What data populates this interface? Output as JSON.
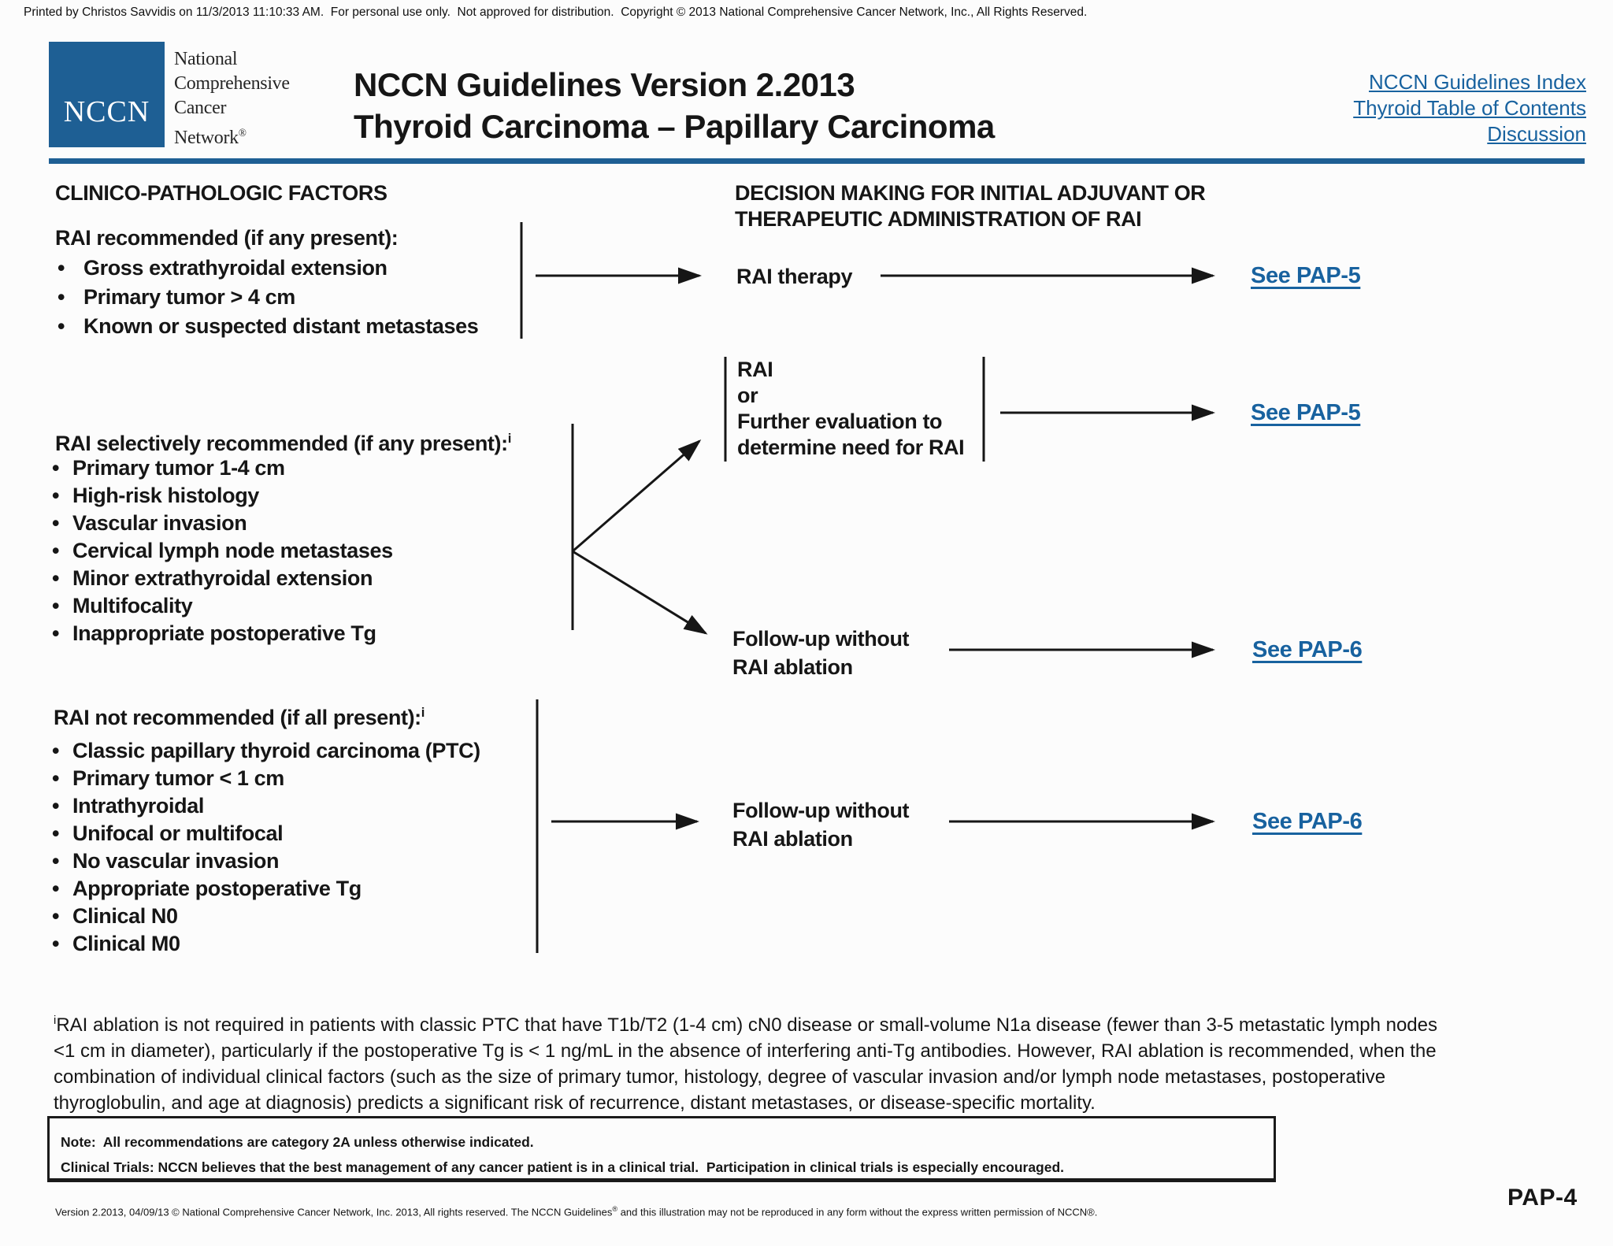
{
  "print_banner": "Printed by Christos Savvidis on 11/3/2013 11:10:33 AM.  For personal use only.  Not approved for distribution.  Copyright © 2013 National Comprehensive Cancer Network, Inc., All Rights Reserved.",
  "logo": {
    "acronym": "NCCN",
    "lines": [
      "National",
      "Comprehensive",
      "Cancer",
      "Network"
    ],
    "reg": "®"
  },
  "header": {
    "title_line1": "NCCN Guidelines Version 2.2013",
    "title_line2": "Thyroid Carcinoma – Papillary Carcinoma",
    "links": [
      "NCCN Guidelines Index",
      "Thyroid Table of Contents",
      "Discussion"
    ]
  },
  "columns": {
    "left_header": "CLINICO-PATHOLOGIC FACTORS",
    "right_header_line1": "DECISION MAKING FOR INITIAL ADJUVANT OR",
    "right_header_line2": "THERAPEUTIC ADMINISTRATION OF RAI"
  },
  "flow": {
    "block1": {
      "heading": "RAI recommended (if any present):",
      "bullets": [
        "Gross extrathyroidal extension",
        "Primary tumor > 4 cm",
        "Known or suspected distant metastases"
      ]
    },
    "rai_therapy_label": "RAI therapy",
    "see_pap5_top": "See PAP-5",
    "rai_or_box": {
      "lines": [
        "RAI",
        "or",
        "Further evaluation to",
        "determine need for RAI"
      ]
    },
    "see_pap5_mid": "See PAP-5",
    "block2": {
      "heading": "RAI selectively recommended (if any present):",
      "footnote_ref": "i",
      "bullets": [
        "Primary tumor 1-4 cm",
        "High-risk histology",
        "Vascular invasion",
        "Cervical lymph node metastases",
        "Minor extrathyroidal extension",
        "Multifocality",
        "Inappropriate postoperative Tg"
      ]
    },
    "followup1": {
      "line1": "Follow-up without",
      "line2": "RAI ablation"
    },
    "see_pap6_mid": "See PAP-6",
    "block3": {
      "heading": "RAI not recommended (if all present):",
      "footnote_ref": "i",
      "bullets": [
        "Classic papillary thyroid carcinoma (PTC)",
        "Primary tumor < 1 cm",
        "Intrathyroidal",
        "Unifocal or multifocal",
        "No vascular invasion",
        "Appropriate postoperative Tg",
        "Clinical N0",
        "Clinical M0"
      ]
    },
    "followup2": {
      "line1": "Follow-up without",
      "line2": "RAI ablation"
    },
    "see_pap6_bottom": "See PAP-6"
  },
  "footnote": {
    "marker": "i",
    "lines": [
      "RAI ablation is not required in patients with classic PTC that have T1b/T2 (1-4 cm) cN0 disease or small-volume N1a disease (fewer than 3-5 metastatic lymph nodes",
      "<1 cm in diameter), particularly if the postoperative Tg is < 1 ng/mL in the absence of interfering anti-Tg antibodies. However, RAI ablation is recommended, when the",
      "combination of individual clinical factors (such as the size of primary tumor, histology, degree of vascular invasion and/or lymph node metastases, postoperative",
      "thyroglobulin, and age at diagnosis) predicts a significant risk of recurrence, distant metastases, or disease-specific mortality."
    ]
  },
  "note_box": {
    "line1": "Note:  All recommendations are category 2A unless otherwise indicated.",
    "line2": "Clinical Trials: NCCN believes that the best management of any cancer patient is in a clinical trial.  Participation in clinical trials is especially encouraged."
  },
  "footer": {
    "text_before_reg": "Version 2.2013, 04/09/13 © National Comprehensive Cancer Network, Inc. 2013, All rights reserved. The NCCN Guidelines",
    "reg": "®",
    "text_after_reg": " and this illustration may not be reproduced in any form without the express written permission of NCCN®.",
    "page_label": "PAP-4"
  },
  "colors": {
    "brand_blue": "#1e5f94",
    "link_blue": "#18629f",
    "text": "#161616"
  }
}
